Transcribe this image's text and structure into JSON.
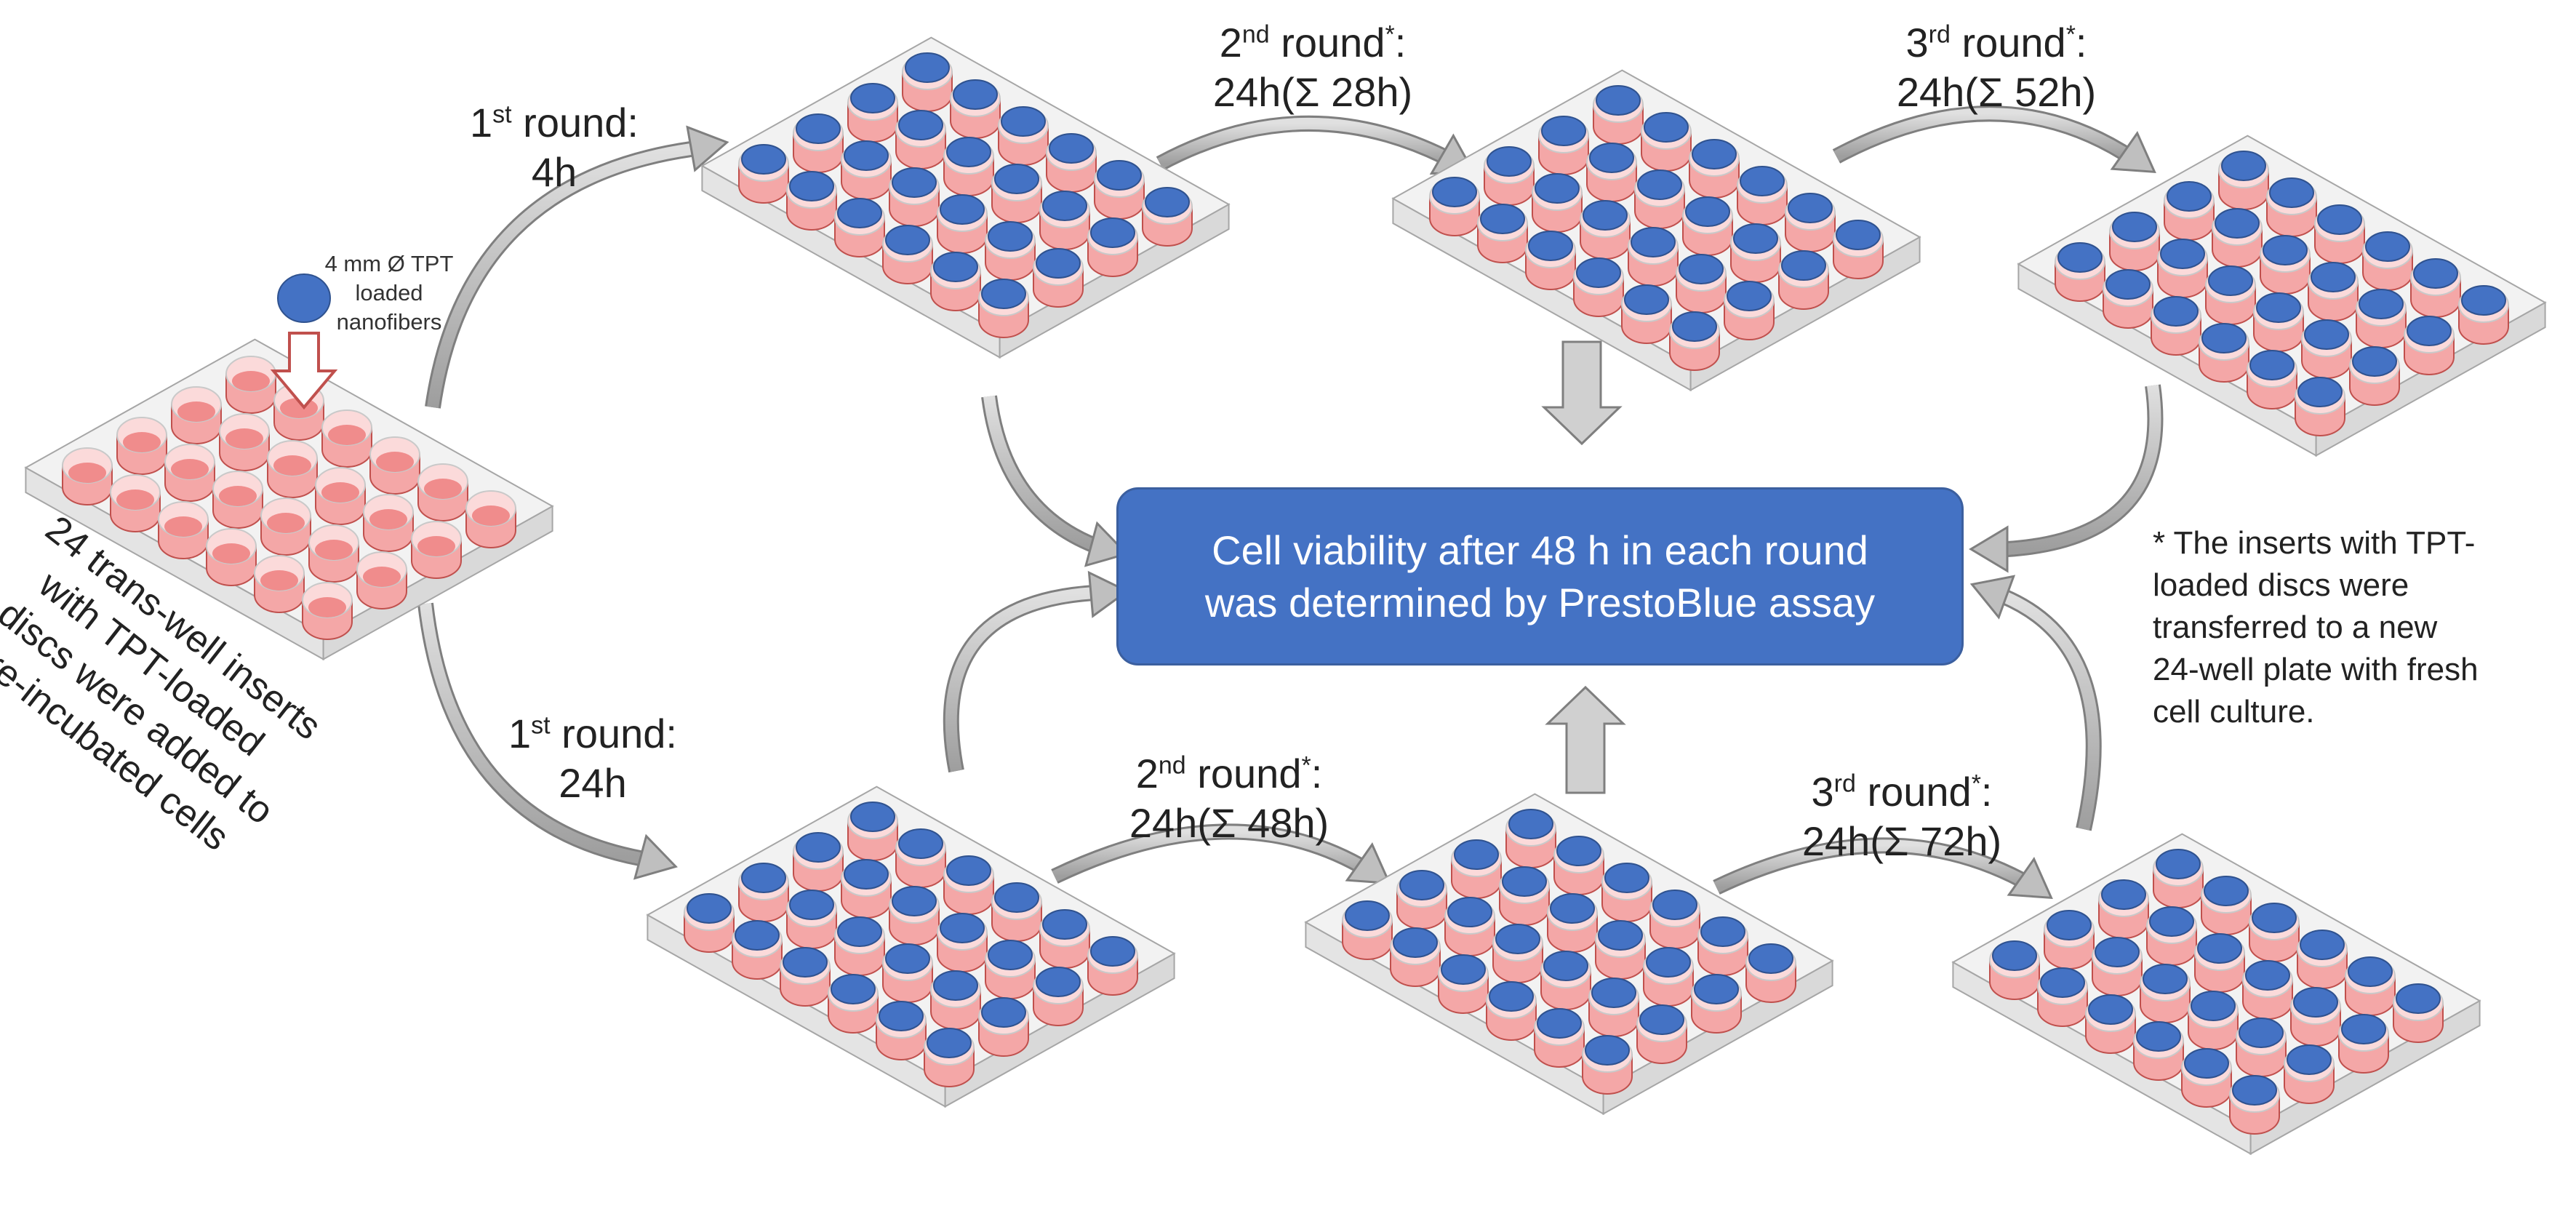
{
  "initial": {
    "disc_label": [
      "4 mm Ø TPT",
      "loaded",
      "nanofibers"
    ],
    "caption": [
      "24 trans-well inserts",
      "with TPT-loaded",
      "discs were added to",
      "pre-incubated cells"
    ]
  },
  "rounds_top": {
    "first": {
      "ord": "1",
      "sup": "st",
      "rest": " round:",
      "time": "4h"
    },
    "second": {
      "ord": "2",
      "sup": "nd",
      "rest": " round",
      "star": "*",
      "colon": ":",
      "time": "24h(Σ 28h)"
    },
    "third": {
      "ord": "3",
      "sup": "rd",
      "rest": " round",
      "star": "*",
      "colon": ":",
      "time": "24h(Σ 52h)"
    }
  },
  "rounds_bottom": {
    "first": {
      "ord": "1",
      "sup": "st",
      "rest": " round:",
      "time": "24h"
    },
    "second": {
      "ord": "2",
      "sup": "nd",
      "rest": " round",
      "star": "*",
      "colon": ":",
      "time": "24h(Σ 48h)"
    },
    "third": {
      "ord": "3",
      "sup": "rd",
      "rest": " round",
      "star": "*",
      "colon": ":",
      "time": "24h(Σ 72h)"
    }
  },
  "result_box": {
    "line1": "Cell viability after 48 h in each round",
    "line2": "was determined by PrestoBlue assay"
  },
  "footnote": [
    "* The inserts with TPT-",
    "loaded discs were",
    "transferred  to a new",
    "24-well plate with fresh",
    "cell culture."
  ],
  "colors": {
    "disc": "#4472c4",
    "disc_edge": "#2f528f",
    "well_fill": "#f4a7a7",
    "well_edge": "#c0504d",
    "plate_top": "#f2f2f2",
    "plate_edge": "#a6a6a6",
    "arrow": "#bfbfbf",
    "result_bg": "#4472c4"
  }
}
